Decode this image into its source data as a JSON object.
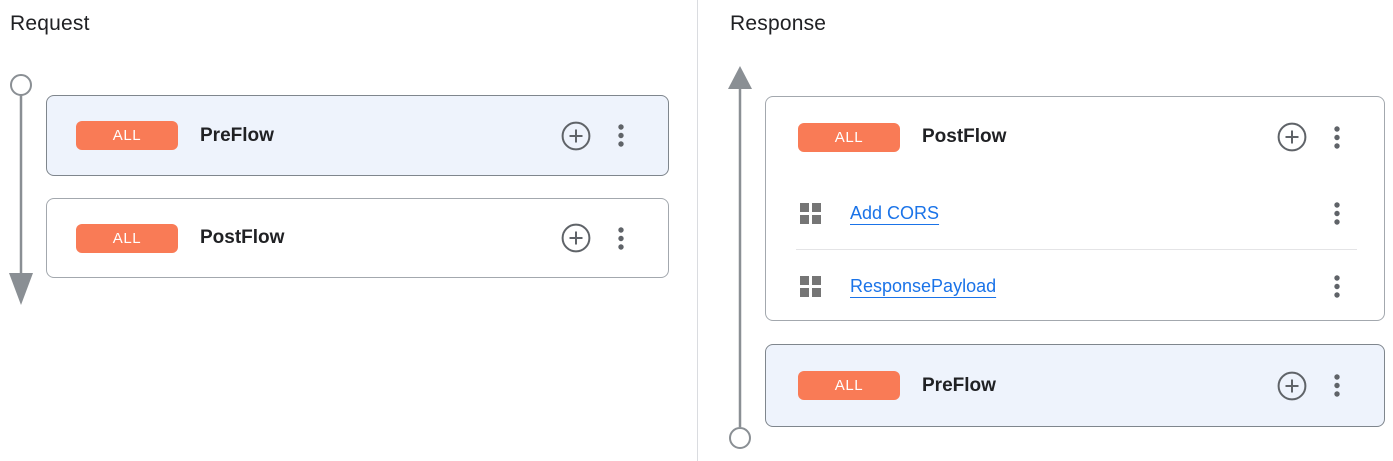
{
  "request_panel": {
    "title": "Request",
    "cards": [
      {
        "badge": "ALL",
        "title": "PreFlow",
        "selected": true
      },
      {
        "badge": "ALL",
        "title": "PostFlow",
        "selected": false
      }
    ]
  },
  "response_panel": {
    "title": "Response",
    "cards": [
      {
        "badge": "ALL",
        "title": "PostFlow",
        "selected": false,
        "steps": [
          {
            "label": "Add CORS"
          },
          {
            "label": "ResponsePayload"
          }
        ]
      },
      {
        "badge": "ALL",
        "title": "PreFlow",
        "selected": true
      }
    ]
  },
  "icons": {
    "add_circle": "⊕",
    "kebab_menu": "⋮",
    "policy_grid": "▦",
    "rail_start_circle": "○",
    "rail_arrow_down": "▼",
    "rail_arrow_up": "▲"
  },
  "colors": {
    "badge-bg": "#f97b56",
    "selected-card-bg": "#eef3fc",
    "selected-card-border": "#7f868d",
    "card-border": "#a3a8ae",
    "rail": "#8a8f94",
    "icon": "#5f6368",
    "policy-icon": "#757575",
    "link": "#1a73e8",
    "text": "#202124",
    "panel-divider": "#dadce0",
    "row-divider": "#e4e4e6"
  }
}
